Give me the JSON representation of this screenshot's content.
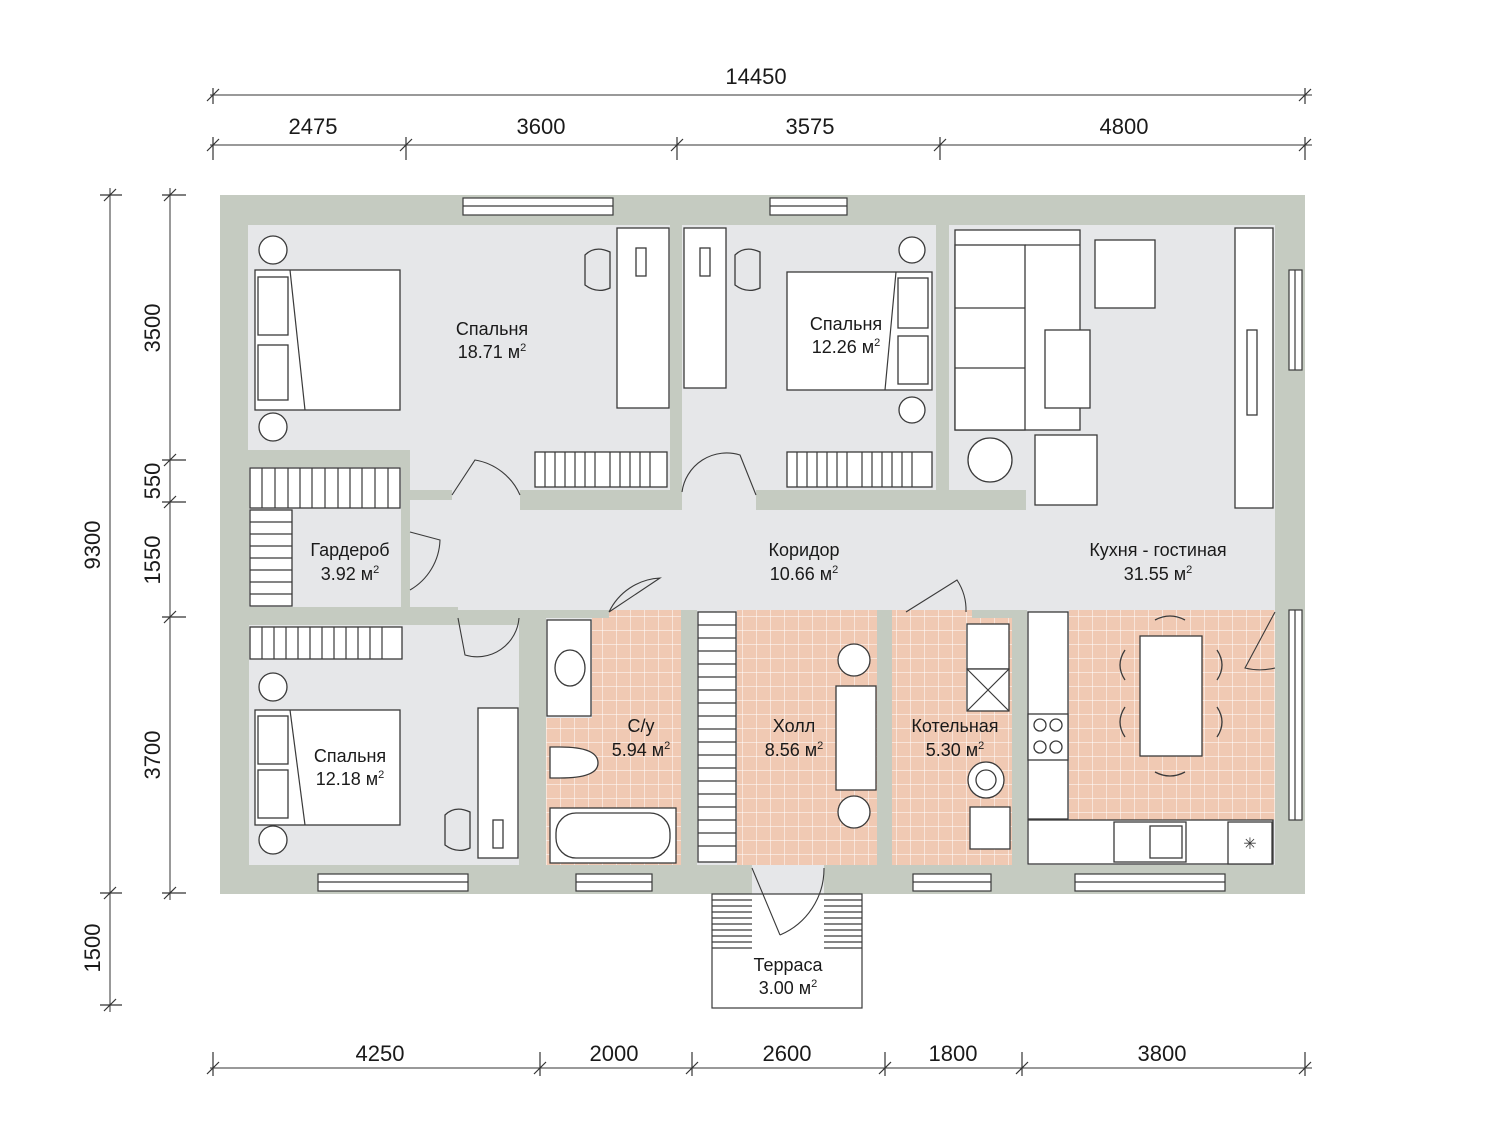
{
  "dimensions": {
    "total": "14450",
    "top": [
      "2475",
      "3600",
      "3575",
      "4800"
    ],
    "bottom": [
      "4250",
      "2000",
      "2600",
      "1800",
      "3800"
    ],
    "left_total": "9300",
    "left": [
      "3500",
      "550",
      "1550",
      "3700"
    ],
    "terrace_depth": "1500"
  },
  "rooms": [
    {
      "name": "Спальня",
      "area": "18.71 м",
      "sup": "2"
    },
    {
      "name": "Спальня",
      "area": "12.26 м",
      "sup": "2"
    },
    {
      "name": "Гардероб",
      "area": "3.92 м",
      "sup": "2"
    },
    {
      "name": "Коридор",
      "area": "10.66 м",
      "sup": "2"
    },
    {
      "name": "Кухня - гостиная",
      "area": "31.55 м",
      "sup": "2"
    },
    {
      "name": "Спальня",
      "area": "12.18 м",
      "sup": "2"
    },
    {
      "name": "С/у",
      "area": "5.94 м",
      "sup": "2"
    },
    {
      "name": "Холл",
      "area": "8.56 м",
      "sup": "2"
    },
    {
      "name": "Котельная",
      "area": "5.30 м",
      "sup": "2"
    },
    {
      "name": "Терраса",
      "area": "3.00 м",
      "sup": "2"
    }
  ],
  "colors": {
    "wall": "#c5cbc1",
    "floor": "#e6e7e9",
    "tile": "#f0c9b3",
    "tile_grid": "#ffffff",
    "line": "#3a3a3a"
  }
}
